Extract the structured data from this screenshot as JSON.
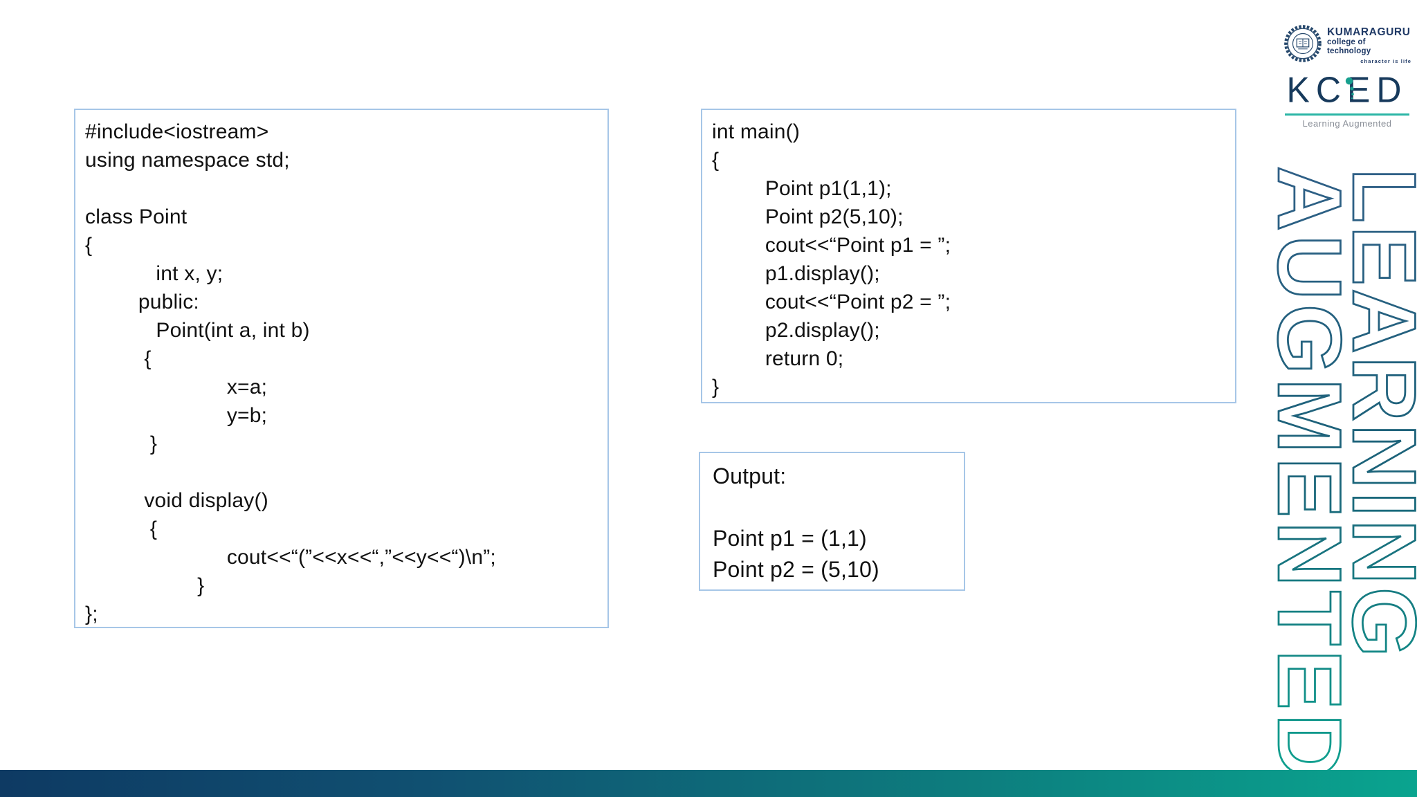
{
  "left_code_box": {
    "lines": [
      "#include<iostream>",
      "using namespace std;",
      "",
      "class Point",
      "{",
      "            int x, y;",
      "         public:",
      "            Point(int a, int b)",
      "          {",
      "                        x=a;",
      "                        y=b;",
      "           }",
      "",
      "          void display()",
      "           {",
      "                        cout<<“(”<<x<<“,”<<y<<“)\\n”;",
      "                   }",
      "};"
    ]
  },
  "main_code_box": {
    "lines": [
      "int main()",
      "{",
      "         Point p1(1,1);",
      "         Point p2(5,10);",
      "         cout<<“Point p1 = ”;",
      "         p1.display();",
      "         cout<<“Point p2 = ”;",
      "         p2.display();",
      "         return 0;",
      "}"
    ]
  },
  "output_box": {
    "lines": [
      "Output:",
      "",
      "Point p1 = (1,1)",
      "Point p2 = (5,10)"
    ]
  },
  "header_logos": {
    "kct": {
      "name": "KUMARAGURU",
      "line2": "college of technology",
      "tagline": "character is life"
    },
    "kced": {
      "word": "KCED",
      "tagline": "Learning Augmented"
    }
  },
  "vertical_banner": {
    "word1": "LEARNING",
    "word2": "AUGMENTED",
    "stroke_top": "#2f5f86",
    "stroke_mid": "#1b6379",
    "stroke_bottom": "#0fa18f"
  },
  "colors": {
    "box_border": "#a6c6e7",
    "code_text": "#111111",
    "logo_navy": "#203a66",
    "kced_navy": "#173a5c",
    "kced_teal": "#2ab5a5",
    "tagline_gray": "#8a8f98",
    "bar_left": "#0e3a63",
    "bar_right": "#0aa48f"
  }
}
